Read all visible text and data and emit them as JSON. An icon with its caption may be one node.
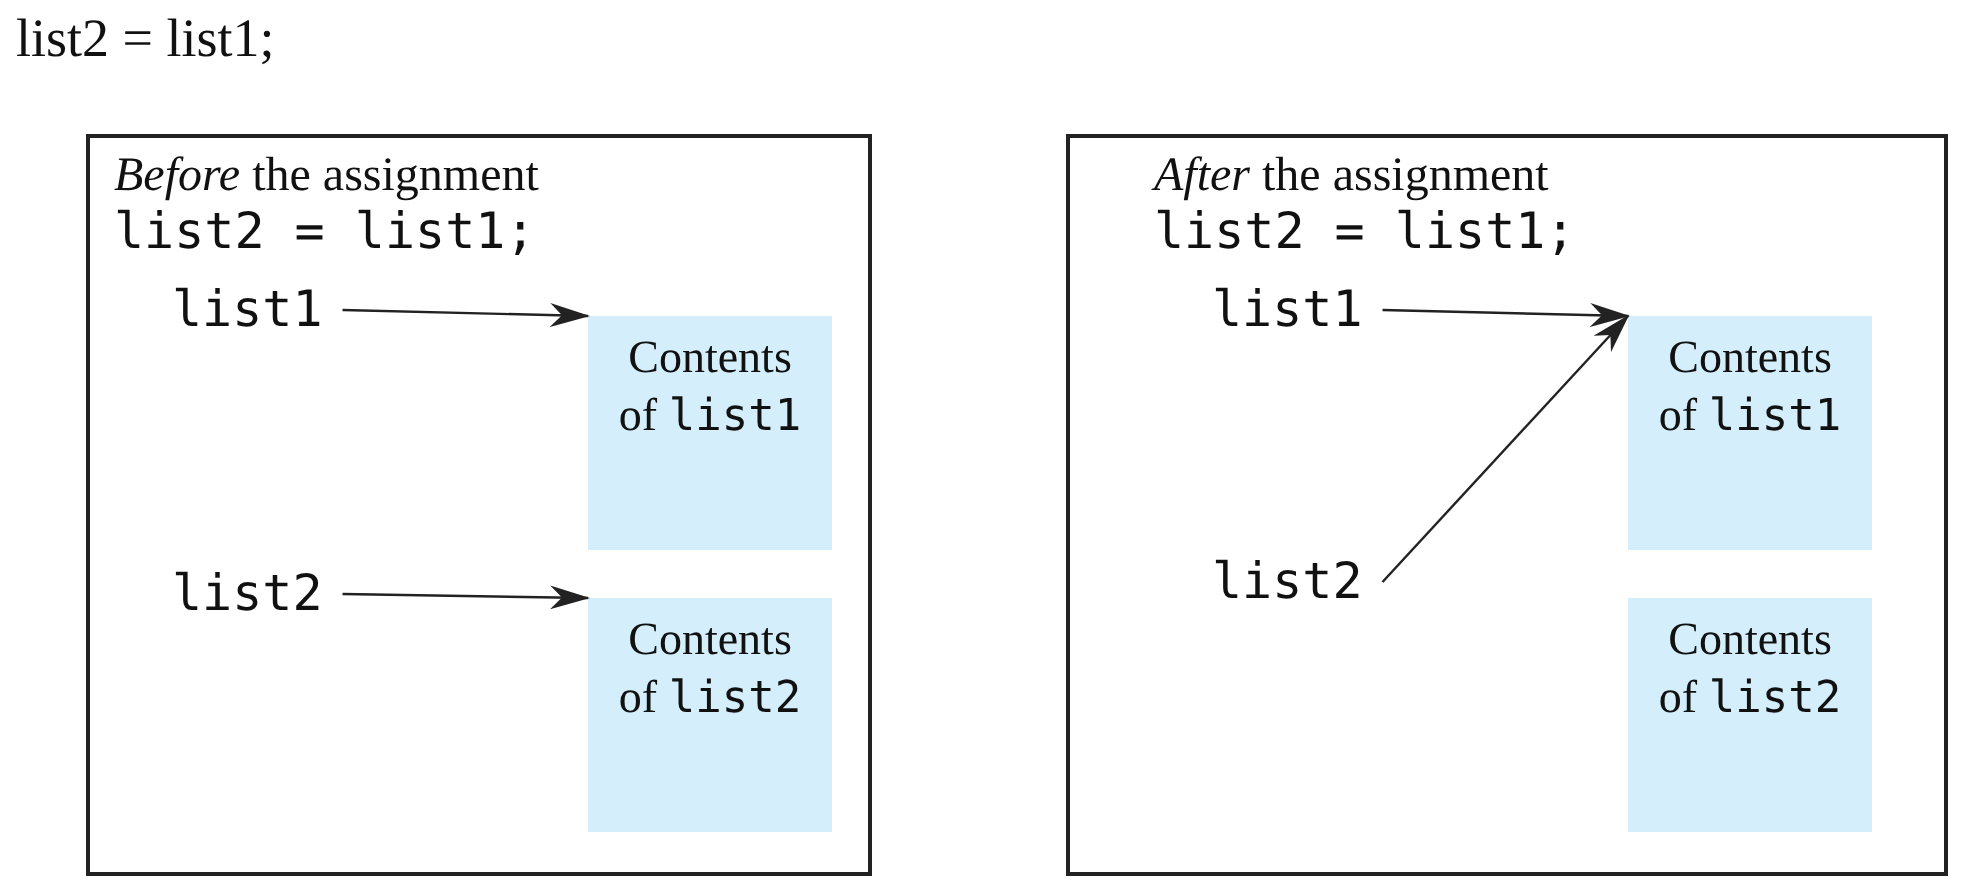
{
  "diagram": {
    "title": "list2 = list1;",
    "nodes": [
      {
        "text": [
          "*Before* the assignment",
          "list2 = list1;"
        ]
      },
      {
        "text": [
          "list1"
        ],
        "in": 0
      },
      {
        "text": [
          "Contents of list1"
        ],
        "in": 0
      },
      {
        "text": [
          "list2"
        ],
        "in": 0
      },
      {
        "text": [
          "Contents of list2"
        ],
        "in": 0
      },
      {
        "text": [
          "*After* the assignment",
          "list2 = list1;"
        ]
      },
      {
        "text": [
          "list1"
        ],
        "in": 5
      },
      {
        "text": [
          "Contents of list1"
        ],
        "in": 5
      },
      {
        "text": [
          "list2"
        ],
        "in": 5
      },
      {
        "text": [
          "Contents of list2"
        ],
        "in": 5
      }
    ],
    "edges": [
      {
        "from": 1,
        "to": 2,
        "arrow": "to"
      },
      {
        "from": 3,
        "to": 4,
        "arrow": "to"
      },
      {
        "from": 6,
        "to": 7,
        "arrow": "to"
      },
      {
        "from": 8,
        "to": 7,
        "arrow": "to"
      }
    ]
  }
}
